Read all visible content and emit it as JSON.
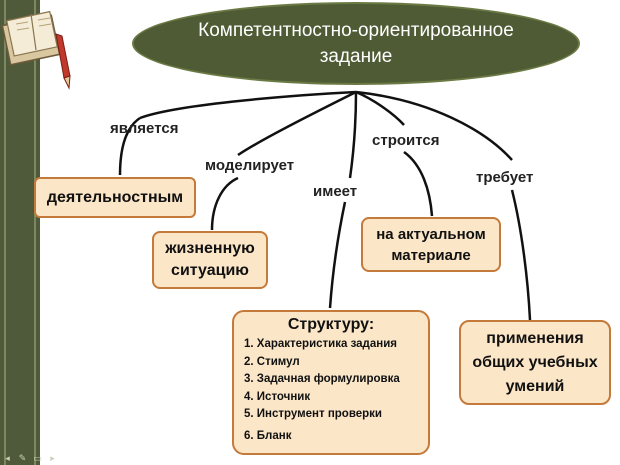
{
  "title": [
    "Компетентностно-ориентированное",
    "задание"
  ],
  "edges": {
    "is": "является",
    "models": "моделирует",
    "has": "имеет",
    "built": "строится",
    "requires": "требует"
  },
  "nodes": {
    "activity": "деятельностным",
    "life": [
      "жизненную",
      "ситуацию"
    ],
    "actual": [
      "на актуальном",
      "материале"
    ],
    "skills": [
      "применения",
      "общих учебных",
      "умений"
    ]
  },
  "structure": {
    "heading": "Структуру:",
    "items": [
      "1. Характеристика задания",
      "2. Стимул",
      "3. Задачная формулировка",
      "4. Источник",
      "5. Инструмент проверки",
      "6. Бланк"
    ]
  },
  "colors": {
    "ellipse": "#4e5b34",
    "box_fill": "#fbe6c8",
    "box_border": "#c47a3a",
    "sidebar": "#4f5a3a"
  },
  "icons": [
    "book-icon",
    "pencil-icon"
  ]
}
